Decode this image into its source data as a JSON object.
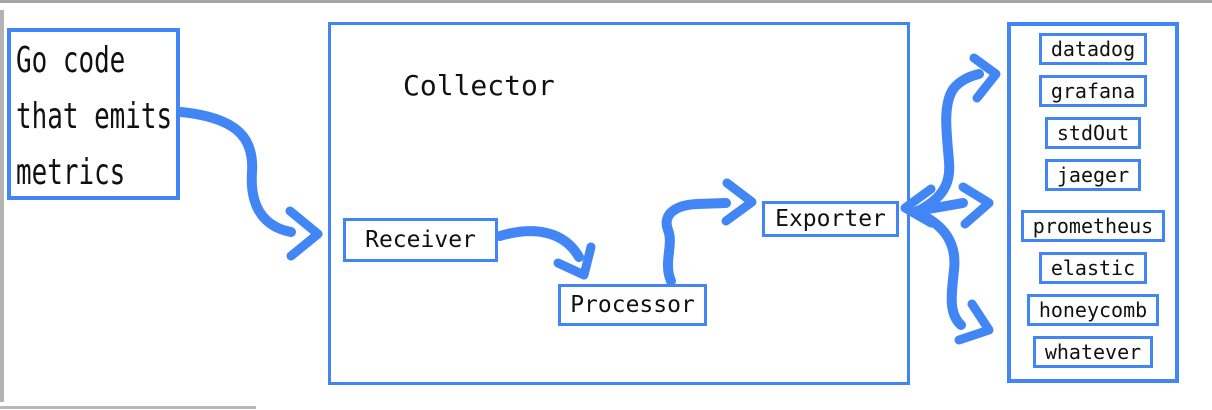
{
  "colors": {
    "accent_blue": "#4285f4",
    "text": "#111111",
    "chrome_gray": "#ababab"
  },
  "source_box": {
    "lines": [
      "Go code",
      "that emits",
      "metrics"
    ]
  },
  "collector": {
    "title": "Collector",
    "receiver_label": "Receiver",
    "processor_label": "Processor",
    "exporter_label": "Exporter"
  },
  "destinations": {
    "items": [
      {
        "label": "datadog"
      },
      {
        "label": "grafana"
      },
      {
        "label": "stdOut"
      },
      {
        "label": "jaeger"
      },
      {
        "label": "prometheus"
      },
      {
        "label": "elastic"
      },
      {
        "label": "honeycomb"
      },
      {
        "label": "whatever"
      }
    ]
  }
}
